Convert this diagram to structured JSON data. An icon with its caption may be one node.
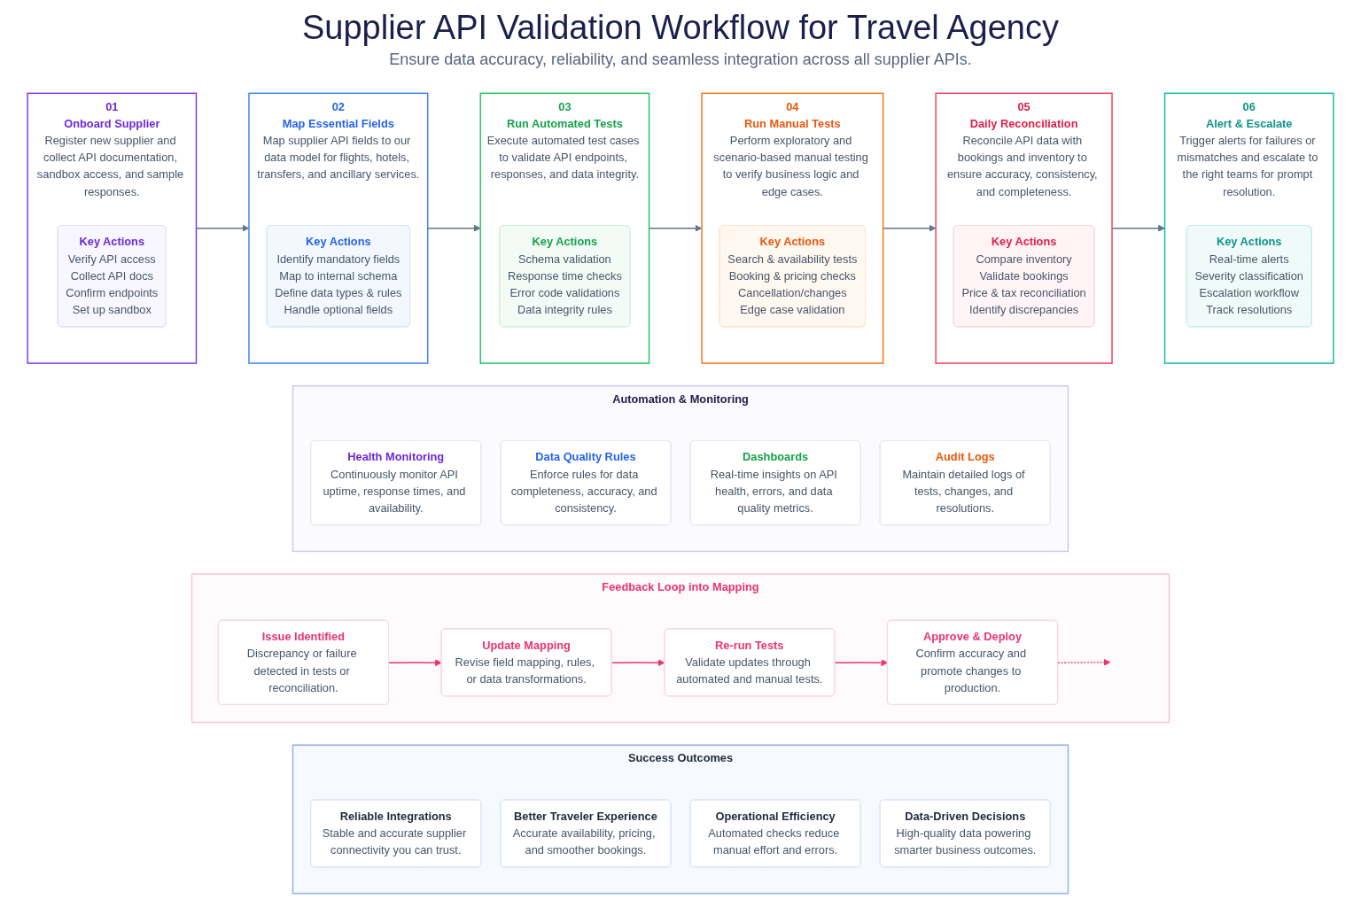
{
  "diagram": {
    "title": "Supplier API Validation Workflow for Travel Agency",
    "nodes": [
      {
        "text": [
          "01",
          "Onboard Supplier",
          "Register new supplier and collect API documentation, sandbox access, and sample responses."
        ]
      },
      {
        "text": [
          "Key Actions",
          "Verify API access",
          "Collect API docs",
          "Confirm endpoints",
          "Set up sandbox"
        ],
        "in": 0
      },
      {
        "text": [
          "02",
          "Map Essential Fields",
          "Map supplier API fields to our data model for flights, hotels, transfers, and ancillary services."
        ]
      },
      {
        "text": [
          "Key Actions",
          "Identify mandatory fields",
          "Map to internal schema",
          "Define data types & rules",
          "Handle optional fields"
        ],
        "in": 2
      },
      {
        "text": [
          "03",
          "Run Automated Tests",
          "Execute automated test cases to validate API endpoints, responses, and data integrity."
        ]
      },
      {
        "text": [
          "Key Actions",
          "Schema validation",
          "Response time checks",
          "Error code validations",
          "Data integrity rules"
        ],
        "in": 4
      },
      {
        "text": [
          "04",
          "Run Manual Tests",
          "Perform exploratory and scenario-based manual testing to verify business logic and edge cases."
        ]
      },
      {
        "text": [
          "Key Actions",
          "Search & availability tests",
          "Booking & pricing checks",
          "Cancellation/changes",
          "Edge case validation"
        ],
        "in": 6
      },
      {
        "text": [
          "05",
          "Daily Reconciliation",
          "Reconcile API data with bookings and inventory to ensure accuracy, consistency, and completeness."
        ]
      },
      {
        "text": [
          "Key Actions",
          "Compare inventory",
          "Validate bookings",
          "Price & tax reconciliation",
          "Identify discrepancies"
        ],
        "in": 8
      },
      {
        "text": [
          "06",
          "Alert & Escalate",
          "Trigger alerts for failures or mismatches and escalate to the right teams for prompt resolution."
        ]
      },
      {
        "text": [
          "Key Actions",
          "Real-time alerts",
          "Severity classification",
          "Escalation workflow",
          "Track resolutions"
        ],
        "in": 10
      },
      {
        "text": [
          "Automation & Monitoring"
        ]
      },
      {
        "text": [
          "Health Monitoring",
          "Continuously monitor API uptime, response times, and availability."
        ],
        "in": 12
      },
      {
        "text": [
          "Data Quality Rules",
          "Enforce rules for data completeness, accuracy, and consistency."
        ],
        "in": 12
      },
      {
        "text": [
          "Dashboards",
          "Real-time insights on API health, errors, and data quality metrics."
        ],
        "in": 12
      },
      {
        "text": [
          "Audit Logs",
          "Maintain detailed logs of tests, changes, and resolutions."
        ],
        "in": 12
      },
      {
        "text": [
          "Feedback Loop into Mapping"
        ]
      },
      {
        "text": [
          "Issue Identified",
          "Discrepancy or failure detected in tests or reconciliation."
        ],
        "in": 17
      },
      {
        "text": [
          "Update Mapping",
          "Revise field mapping, rules, or data transformations."
        ],
        "in": 17
      },
      {
        "text": [
          "Re-run Tests",
          "Validate updates through automated and manual tests."
        ],
        "in": 17
      },
      {
        "text": [
          "Approve & Deploy",
          "Confirm accuracy and promote changes to production."
        ],
        "in": 17
      },
      {
        "text": [
          "Success Outcomes"
        ]
      },
      {
        "text": [
          "Reliable Integrations",
          "Stable and accurate supplier connectivity you can trust."
        ],
        "in": 22
      },
      {
        "text": [
          "Better Traveler Experience",
          "Accurate availability, pricing, and smoother bookings."
        ],
        "in": 22
      },
      {
        "text": [
          "Operational Efficiency",
          "Automated checks reduce manual effort and errors."
        ],
        "in": 22
      },
      {
        "text": [
          "Data-Driven Decisions",
          "High-quality data powering smarter business outcomes."
        ],
        "in": 22
      }
    ],
    "edges": [
      {
        "from": 0,
        "to": 2,
        "arrow": "to"
      },
      {
        "from": 2,
        "to": 4,
        "arrow": "to"
      },
      {
        "from": 4,
        "to": 6,
        "arrow": "to"
      },
      {
        "from": 6,
        "to": 8,
        "arrow": "to"
      },
      {
        "from": 8,
        "to": 10,
        "arrow": "to"
      },
      {
        "from": 18,
        "to": 19,
        "arrow": "to",
        "color": "#e8356f"
      },
      {
        "from": 19,
        "to": 20,
        "arrow": "to",
        "color": "#e8356f"
      },
      {
        "from": 20,
        "to": 21,
        "arrow": "to",
        "color": "#e8356f"
      },
      {
        "from": 21,
        "to": null,
        "arrow": "to",
        "style": "dashed",
        "color": "#e8356f"
      }
    ],
    "labels": [
      "Ensure data accuracy, reliability, and seamless integration across all supplier APIs."
    ]
  }
}
